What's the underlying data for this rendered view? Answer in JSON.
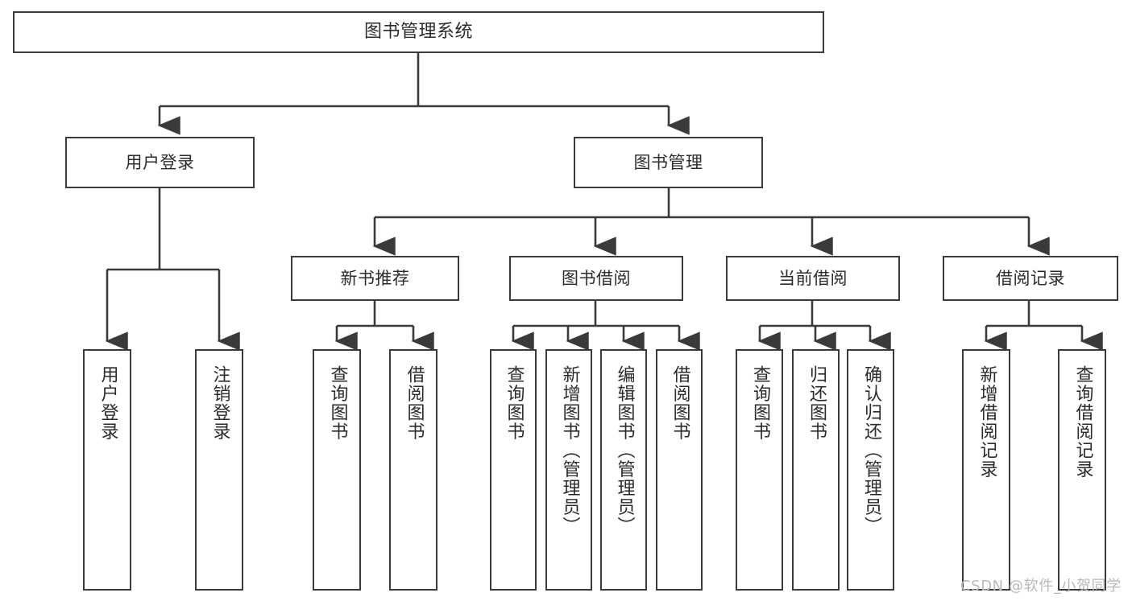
{
  "diagram": {
    "title": "图书管理系统",
    "type": "tree-hierarchy-diagram",
    "colors": {
      "box_border": "#3a3a3a",
      "box_fill": "#ffffff",
      "text": "#2b2b2b",
      "edge": "#3a3a3a",
      "watermark": "#b9b9b9",
      "background": "#ffffff"
    },
    "watermark": "CSDN @软件_小贺同学",
    "levels": {
      "root": {
        "label": "图书管理系统"
      },
      "level2": [
        {
          "label": "用户登录"
        },
        {
          "label": "图书管理"
        }
      ],
      "level3": [
        {
          "label": "新书推荐"
        },
        {
          "label": "图书借阅"
        },
        {
          "label": "当前借阅"
        },
        {
          "label": "借阅记录"
        }
      ],
      "leaves": {
        "user_login": [
          {
            "label": "用户登录"
          },
          {
            "label": "注销登录"
          }
        ],
        "new_book_recommend": [
          {
            "label": "查询图书"
          },
          {
            "label": "借阅图书"
          }
        ],
        "book_borrow": [
          {
            "label": "查询图书"
          },
          {
            "label": "新增图书（管理员）"
          },
          {
            "label": "编辑图书（管理员）"
          },
          {
            "label": "借阅图书"
          }
        ],
        "current_borrow": [
          {
            "label": "查询图书"
          },
          {
            "label": "归还图书"
          },
          {
            "label": "确认归还（管理员）"
          }
        ],
        "borrow_record": [
          {
            "label": "新增借阅记录"
          },
          {
            "label": "查询借阅记录"
          }
        ]
      }
    }
  }
}
